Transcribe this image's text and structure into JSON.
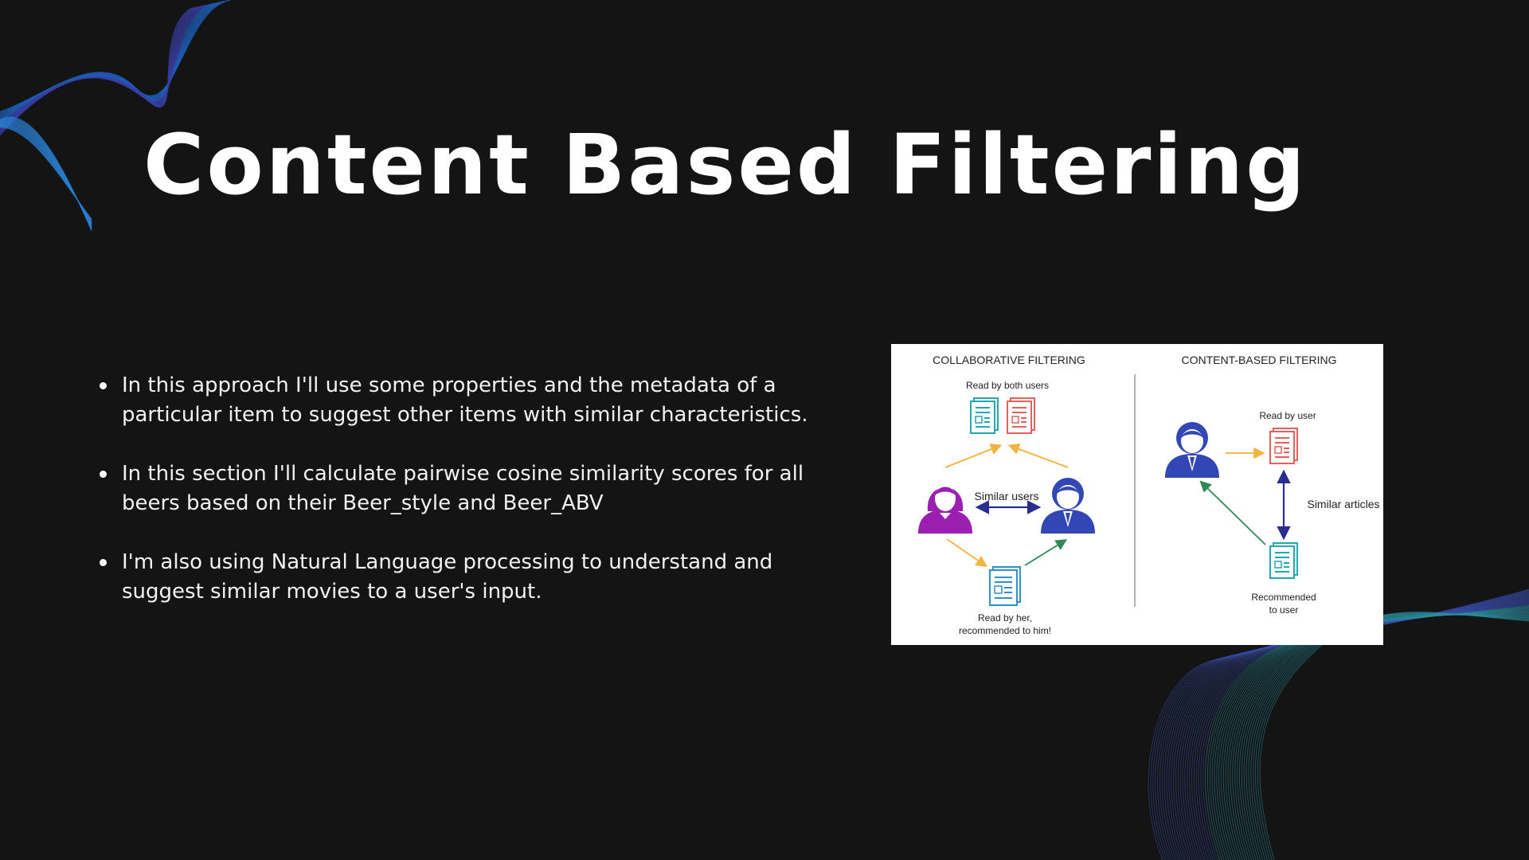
{
  "slide": {
    "title": "Content Based Filtering",
    "bullets": [
      "In this approach I'll use some properties and the metadata of a particular item to suggest other items with similar characteristics.",
      "In this section I'll calculate pairwise cosine similarity scores for all beers based on their Beer_style  and Beer_ABV",
      "I'm also using Natural Language processing to understand and suggest similar movies to a user's input."
    ]
  },
  "figure": {
    "collab_title": "COLLABORATIVE FILTERING",
    "content_title": "CONTENT-BASED FILTERING",
    "read_by_both": "Read by both users",
    "similar_users": "Similar users",
    "read_by_her_1": "Read by her,",
    "read_by_her_2": "recommended to him!",
    "read_by_user": "Read by user",
    "similar_articles": "Similar articles",
    "recommended_1": "Recommended",
    "recommended_2": "to user"
  },
  "colors": {
    "background": "#141414",
    "female_user": "#9b1fb0",
    "male_user": "#3346b5",
    "doc_teal": "#23a7b2",
    "doc_red": "#e0625a",
    "doc_blue": "#2f8fd0",
    "arrow_orange": "#f2b340",
    "arrow_green": "#2e8b57",
    "arrow_navy": "#2a2f8f"
  }
}
